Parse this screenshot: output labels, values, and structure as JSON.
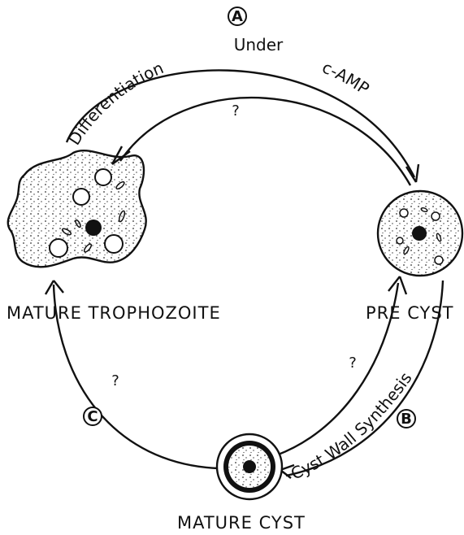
{
  "markers": {
    "a": "A",
    "b": "B",
    "c": "C"
  },
  "arc_labels": {
    "top_center": "Under",
    "top_left": "Differentiation",
    "top_right": "c-AMP",
    "right_lower": "Cyst Wall Synthesis"
  },
  "stages": {
    "trophozoite": "MATURE  TROPHOZOITE",
    "precyst": "PRE CYST",
    "cyst": "MATURE  CYST"
  },
  "question_marks": {
    "top": "?",
    "right": "?",
    "left": "?"
  }
}
